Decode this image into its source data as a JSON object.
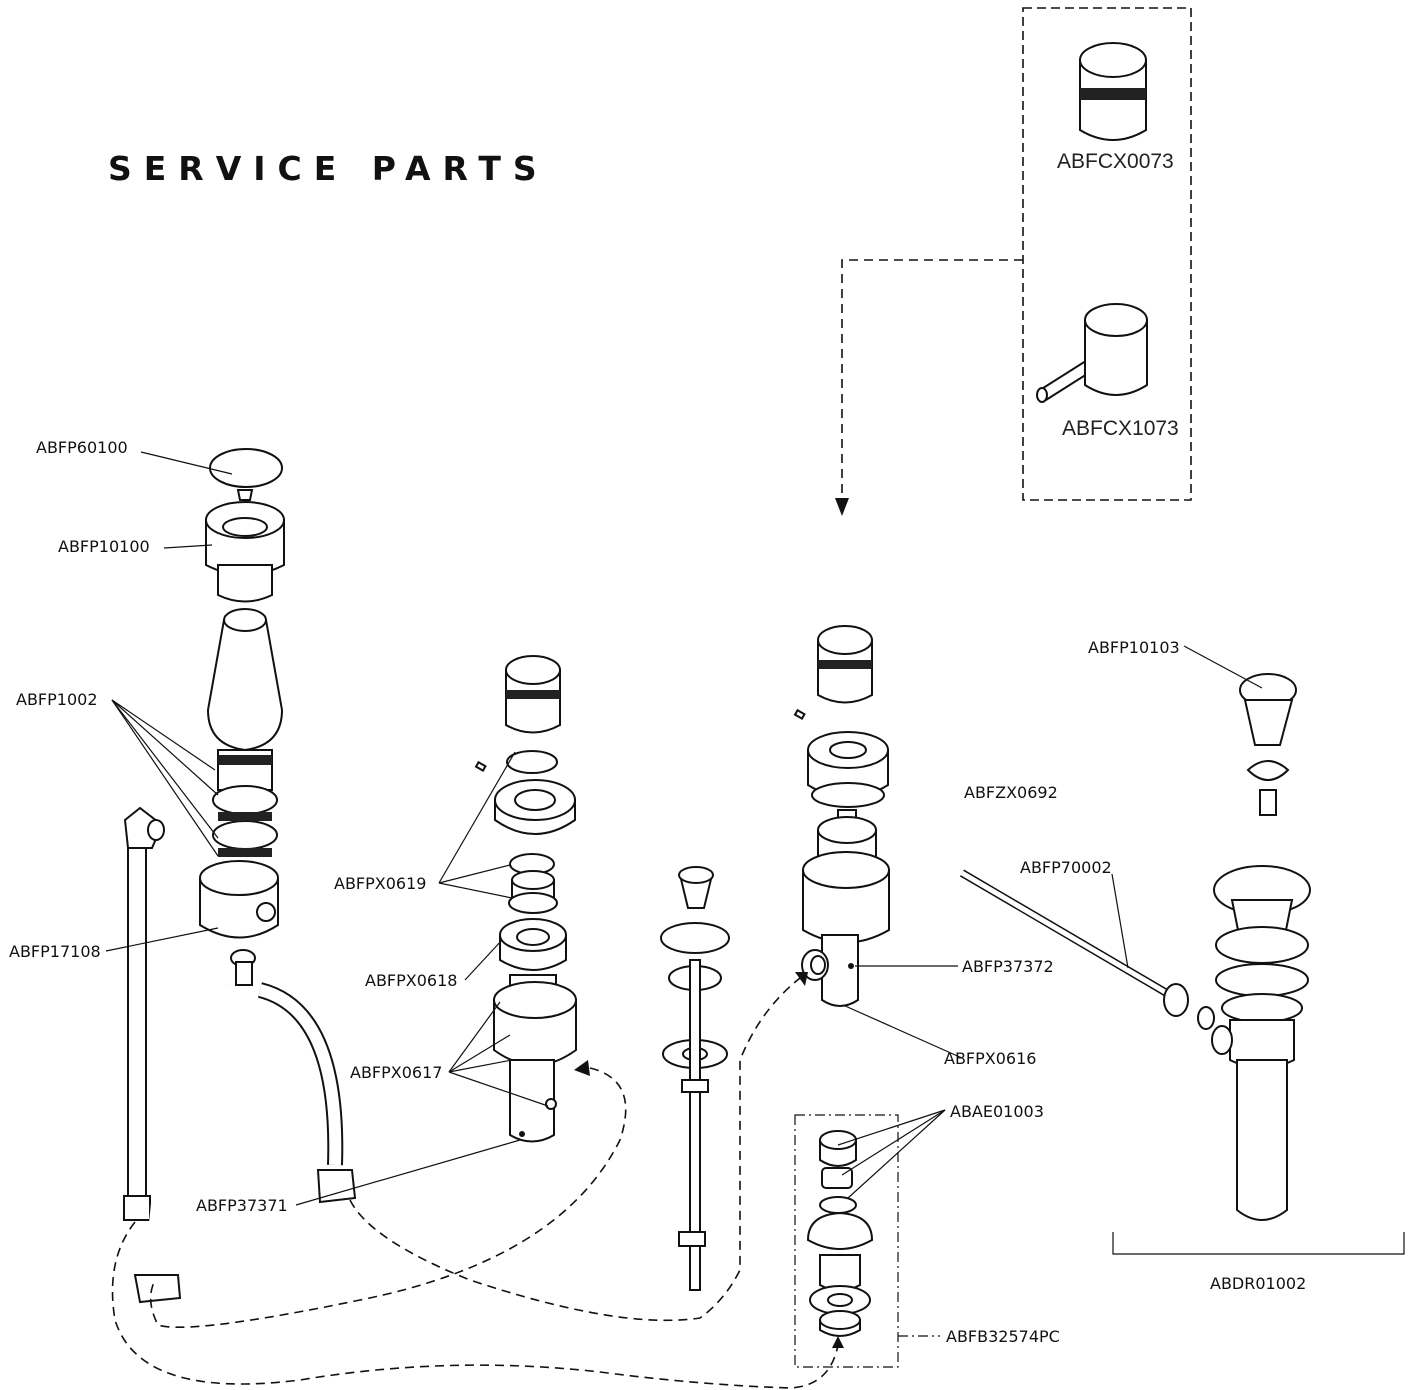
{
  "title": "SERVICE PARTS",
  "handle_options": [
    {
      "part": "ABFCX0073",
      "icon": "knob-handle-icon"
    },
    {
      "part": "ABFCX1073",
      "icon": "lever-handle-icon"
    }
  ],
  "callouts": {
    "abfp60100": "ABFP60100",
    "abfp10100": "ABFP10100",
    "abfp1002": "ABFP1002",
    "abfp17108": "ABFP17108",
    "abfp37371": "ABFP37371",
    "abfpx0619": "ABFPX0619",
    "abfpx0618": "ABFPX0618",
    "abfpx0617": "ABFPX0617",
    "abfzx0692": "ABFZX0692",
    "abfp37372": "ABFP37372",
    "abfpx0616": "ABFPX0616",
    "abae01003": "ABAE01003",
    "abfb32574pc": "ABFB32574PC",
    "abfp10103": "ABFP10103",
    "abfp70002": "ABFP70002",
    "abdr01002": "ABDR01002"
  }
}
